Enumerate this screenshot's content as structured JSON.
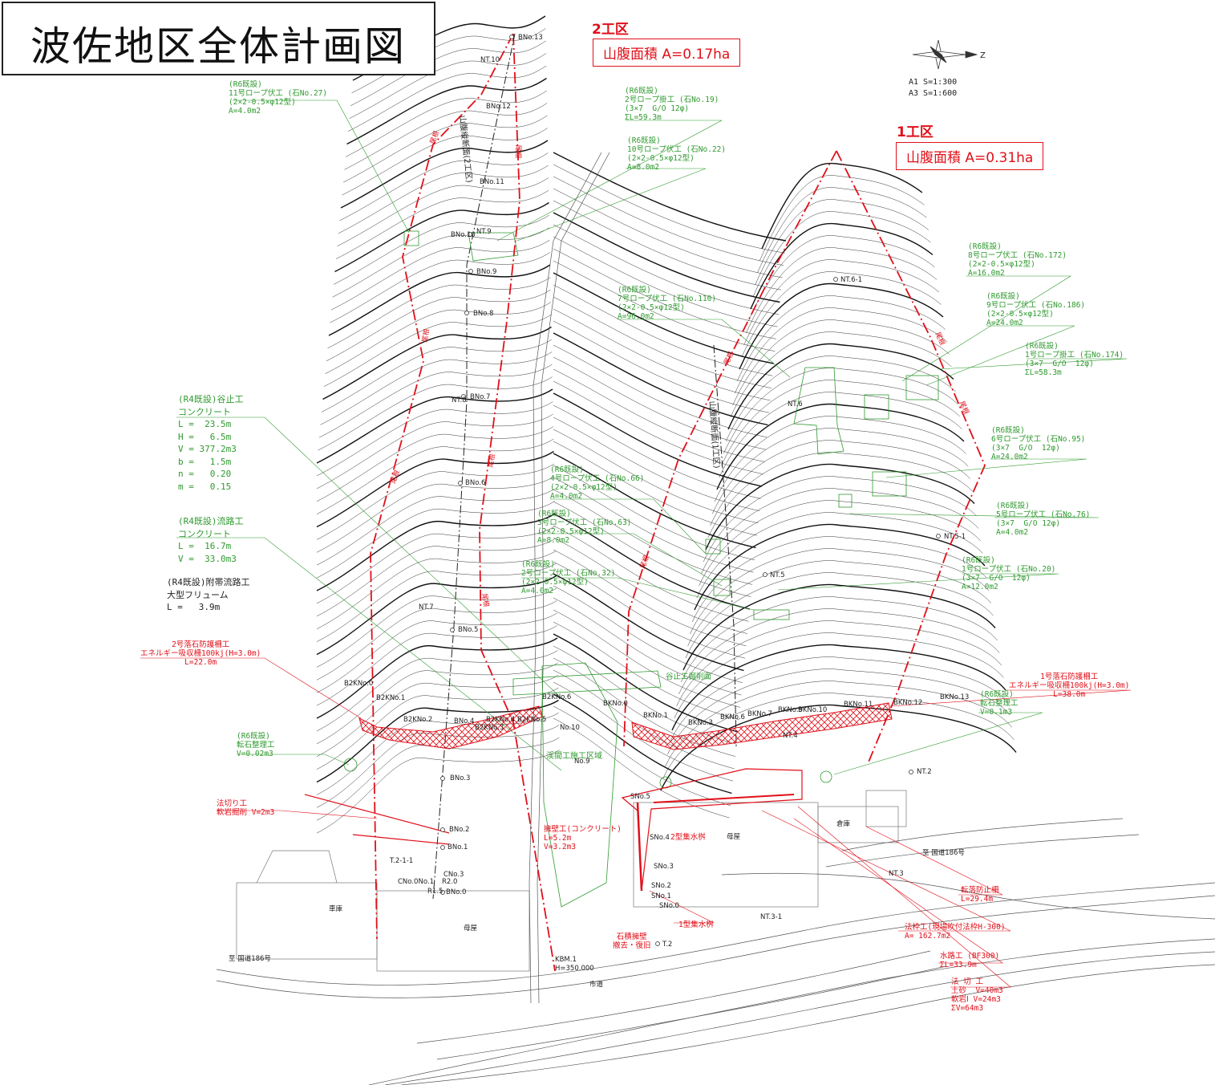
{
  "title": "波佐地区全体計画図",
  "scale": {
    "a1": "A1 S=1:300",
    "a3": "A3 S=1:600",
    "north": "Z"
  },
  "zones": {
    "zone2": {
      "name": "2工区",
      "area": "山腹面積 A=0.17ha"
    },
    "zone1": {
      "name": "1工区",
      "area": "山腹面積 A=0.31ha"
    }
  },
  "annotations": {
    "a11": "(R6既設)\n11号ロープ伏工 (石No.27)\n(2×2-0.5×φ12型)\nA=4.0m2",
    "a2k": "(R6既設)\n2号ロープ掛工 (石No.19)\n(3×7  G/O 12φ)\nΣL=59.3m",
    "a10": "(R6既設)\n10号ロープ伏工 (石No.22)\n(2×2-0.5×φ12型)\nA=8.0m2",
    "a7": "(R6既設)\n7号ロープ伏工 (石No.110)\n(2×2-0.5×φ12型)\nA=96.0m2",
    "a8": "(R6既設)\n8号ロープ伏工 (石No.172)\n(2×2-0.5×φ12型)\nA=16.0m2",
    "a9": "(R6既設)\n9号ロープ伏工 (石No.186)\n(2×2-0.5×φ12型)\nA=24.0m2",
    "a1k": "(R6既設)\n1号ロープ掛工 (石No.174)\n(3×7  G/O  12φ)\nΣL=58.3m",
    "a6": "(R6既設)\n6号ロープ伏工 (石No.95)\n(3×7  G/O  12φ)\nA=24.0m2",
    "a5": "(R6既設)\n5号ロープ伏工 (石No.76)\n(3×7  G/O 12φ)\nA=4.0m2",
    "a1f": "(R6既設)\n1号ロープ伏工 (石No.20)\n(3×7  G/O  12φ)\nA=12.0m2",
    "a4": "(R6既設)\n4号ロープ伏工 (石No.66)\n(2×2-0.5×φ12型)\nA=4.0m2",
    "a3": "(R6既設)\n3号ロープ伏工 (石No.63)\n(2×2-0.5×φ12型)\nA=8.0m2",
    "a2f": "(R6既設)\n2号ロープ伏工 (石No.32)\n(2×2-0.5×φ12型)\nA=4.0m2",
    "tanidome": "(R4既設)谷止工\nコンクリート\nL =  23.5m\nH =   6.5m\nV = 377.2m3\nb =   1.5m\nn =   0.20\nm =   0.15",
    "ryuro": "(R4既設)流路工\nコンクリート\nL =  16.7m\nV =  33.0m3",
    "futai": "(R4既設)附帯流路工\n大型フリューム\nL =   3.9m",
    "fence2": "2号落石防護柵工\nエネルギー吸収柵100kj(H=3.0m)\nL=22.0m",
    "fence1": "1号落石防護柵工\nエネルギー吸収柵100kj(H=3.0m)\nL=38.0m",
    "tenseki1": "(R6既設)\n転石整理工\nV=0.1m3",
    "tenseki2": "(R6既設)\n転石整理工\nV=0.02m3",
    "norikiri": "法切り工\n軟岩掘削 V=2m3",
    "yoheki": "擁壁工(コンクリート)\nL=5.2m\nV=3.2m3",
    "shusui2": "2型集水桝",
    "shusui1": "1型集水桝",
    "ishizumi": "石積擁壁\n撤去・復旧",
    "tenraku": "転落防止柵\nL=29.4m",
    "nori_waku": "法枠工(現場吹付法枠H-300)\nA= 162.7m2",
    "suiro": "水路工 (BF300)\nΣL=33.9m",
    "norikiri_total": "法 切 工\n土砂  V=40m3\n軟岩Ⅰ V=24m3\nΣV=64m3",
    "tanidome_kussaku": "谷止工掘削面",
    "keiryu": "渓間工施工区域"
  },
  "labels": {
    "bno13": "BNo.13",
    "nt10": "NT.10",
    "bno12": "BNo.12",
    "bno11": "BNo.11",
    "bno10": "BNo.10",
    "nt9": "NT.9",
    "bno9": "BNo.9",
    "bno8": "BNo.8",
    "nt8": "NT.8",
    "bno7": "BNo.7",
    "bno6": "BNo.6",
    "nt7": "NT.7",
    "bno5": "BNo.5",
    "b2kno0": "B2KNo.0",
    "b2kno1": "B2KNo.1",
    "b2kno2": "B2KNo.2",
    "b2kno3": "B2KNo.3",
    "b2kno4": "B2KNo.4",
    "b2kno5": "B2KNo.5",
    "b2kno6": "B2KNo.6",
    "bno4": "BNo.4",
    "bno3": "BNo.3",
    "bno2": "BNo.2",
    "bno1": "BNo.1",
    "bno0": "BNo.0",
    "nt61": "NT.6-1",
    "nt6": "NT.6",
    "nt51": "NT.5-1",
    "nt5": "NT.5",
    "bkno0": "BKNo.0",
    "bkno1": "BKNo.1",
    "bkno3": "BKNo.3",
    "bkno6": "BKNo.6",
    "bkno7": "BKNo.7",
    "bkno9": "BKNo.9",
    "bkno10": "BKNo.10",
    "bkno11": "BKNo.11",
    "bkno12": "BKNo.12",
    "bkno13": "BKNo.13",
    "nt4": "NT.4",
    "nt2": "NT.2",
    "nt3": "NT.3",
    "nt31": "NT.3-1",
    "t2": "T.2",
    "t211": "T.2-1-1",
    "sno5": "SNo.5",
    "sno4": "SNo.4",
    "sno3": "SNo.3",
    "sno2": "SNo.2",
    "sno1": "SNo.1",
    "sno0": "SNo.0",
    "no10": "No.10",
    "no9": "No.9",
    "kbm": "KBM.1\nH=350.000",
    "cno3": "CNo.3",
    "cno0": "CNo.0No.1",
    "r20": "R2.0",
    "r15": "R1.5",
    "sako": "倉庫",
    "moya1": "母屋",
    "moya2": "母屋",
    "shako": "車庫",
    "shido": "市道",
    "kokudo1": "至  国道186号",
    "kokudo2": "至  国道186号",
    "one": "尾根",
    "sanpuku2": "山腹縦断面(2工区)",
    "sanpuku1": "山腹縦断面(1工区)"
  },
  "colors": {
    "red": "#e0101a",
    "green": "#2f9a2f",
    "black": "#222222",
    "hatch": "#e0101a"
  }
}
